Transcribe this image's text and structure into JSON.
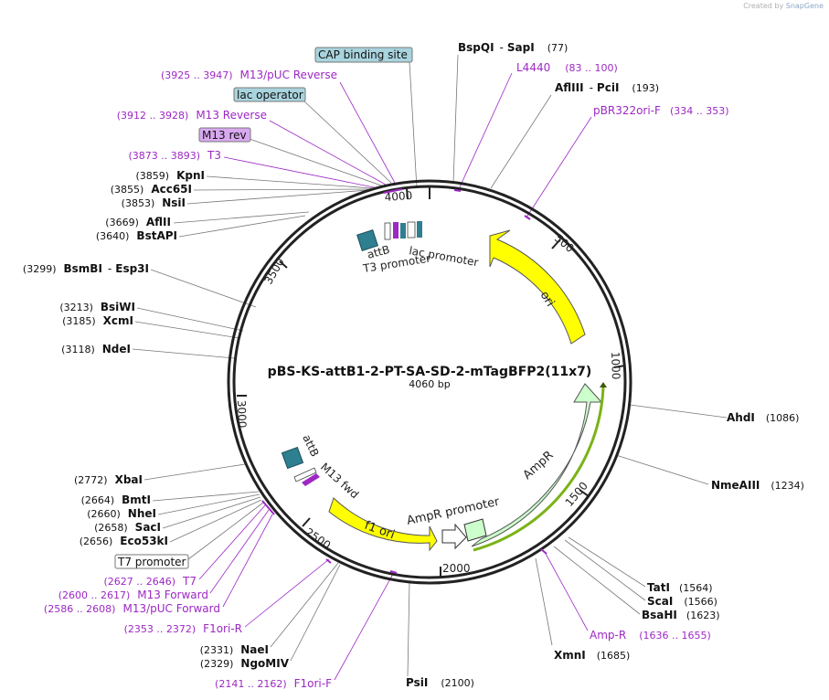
{
  "plasmid": {
    "name": "pBS-KS-attB1-2-PT-SA-SD-2-mTagBFP2(11x7)",
    "length_label": "4060 bp",
    "total_bp": 4060
  },
  "branding": {
    "created_by": "Created by",
    "product": "SnapGene"
  },
  "colors": {
    "enzyme": "#000000",
    "primer": "#9d28c4",
    "ori": "#ffff00",
    "ampr": "#ccffcc",
    "attB": "#2e7f8f",
    "lac_box": "#a9d4de",
    "m13_box": "#d9a9f0"
  },
  "ticks": [
    "500",
    "1000",
    "1500",
    "2000",
    "2500",
    "3000",
    "3500",
    "4000"
  ],
  "features": {
    "ori": "ori",
    "ampr": "AmpR",
    "ampr_promoter": "AmpR promoter",
    "f1_ori": "f1 ori",
    "m13_fwd": "M13 fwd",
    "attB_bottom": "attB",
    "attB_top": "attB",
    "lac_promoter": "lac promoter",
    "t3_promoter": "T3 promoter",
    "lac_operator_dots": "lac operator",
    "cap_dots": "CAP"
  },
  "labels": {
    "cap": "CAP binding site",
    "m13puc_rev": {
      "pos": "(3925 .. 3947)",
      "name": "M13/pUC Reverse"
    },
    "lac_op": "lac operator",
    "m13_reverse": {
      "pos": "(3912 .. 3928)",
      "name": "M13 Reverse"
    },
    "m13_rev": "M13 rev",
    "t3": {
      "pos": "(3873 .. 3893)",
      "name": "T3"
    },
    "kpni": {
      "pos": "(3859)",
      "name": "KpnI"
    },
    "acc65i": {
      "pos": "(3855)",
      "name": "Acc65I"
    },
    "nsii": {
      "pos": "(3853)",
      "name": "NsiI"
    },
    "aflii": {
      "pos": "(3669)",
      "name": "AflII"
    },
    "bstapi": {
      "pos": "(3640)",
      "name": "BstAPI"
    },
    "bsmbi": {
      "pos": "(3299)",
      "name": "BsmBI",
      "name2": "Esp3I"
    },
    "bsiwi": {
      "pos": "(3213)",
      "name": "BsiWI"
    },
    "xcmi": {
      "pos": "(3185)",
      "name": "XcmI"
    },
    "ndei": {
      "pos": "(3118)",
      "name": "NdeI"
    },
    "bspqi": {
      "name": "BspQI",
      "name2": "SapI",
      "pos": "(77)"
    },
    "l4440": {
      "name": "L4440",
      "pos": "(83 .. 100)"
    },
    "afliii": {
      "name": "AflIII",
      "name2": "PciI",
      "pos": "(193)"
    },
    "pbr322": {
      "name": "pBR322ori-F",
      "pos": "(334 .. 353)"
    },
    "ahdi": {
      "name": "AhdI",
      "pos": "(1086)"
    },
    "nmeaiii": {
      "name": "NmeAIII",
      "pos": "(1234)"
    },
    "tati": {
      "name": "TatI",
      "pos": "(1564)"
    },
    "scai": {
      "name": "ScaI",
      "pos": "(1566)"
    },
    "bsahi": {
      "name": "BsaHI",
      "pos": "(1623)"
    },
    "ampr_primer": {
      "name": "Amp-R",
      "pos": "(1636 .. 1655)"
    },
    "xmni": {
      "name": "XmnI",
      "pos": "(1685)"
    },
    "psti": {
      "name": "PsiI",
      "pos": "(2100)"
    },
    "xbai": {
      "pos": "(2772)",
      "name": "XbaI"
    },
    "bmti": {
      "pos": "(2664)",
      "name": "BmtI"
    },
    "nhei": {
      "pos": "(2660)",
      "name": "NheI"
    },
    "saci": {
      "pos": "(2658)",
      "name": "SacI"
    },
    "eco53ki": {
      "pos": "(2656)",
      "name": "Eco53kI"
    },
    "t7_promoter": "T7 promoter",
    "t7": {
      "pos": "(2627 .. 2646)",
      "name": "T7"
    },
    "m13_forward": {
      "pos": "(2600 .. 2617)",
      "name": "M13 Forward"
    },
    "m13puc_fwd": {
      "pos": "(2586 .. 2608)",
      "name": "M13/pUC Forward"
    },
    "f1ori_r": {
      "pos": "(2353 .. 2372)",
      "name": "F1ori-R"
    },
    "naei": {
      "pos": "(2331)",
      "name": "NaeI"
    },
    "ngomiv": {
      "pos": "(2329)",
      "name": "NgoMIV"
    },
    "f1ori_f": {
      "pos": "(2141 .. 2162)",
      "name": "F1ori-F"
    }
  }
}
